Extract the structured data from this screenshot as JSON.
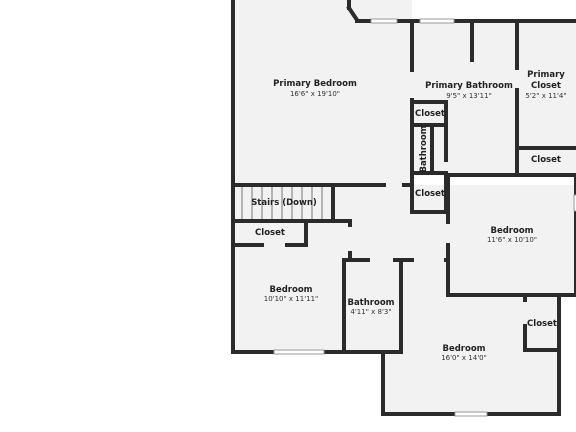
{
  "rooms": {
    "primary_bedroom": {
      "name": "Primary Bedroom",
      "dim": "16'6\" x 19'10\""
    },
    "primary_bathroom": {
      "name": "Primary Bathroom",
      "dim": "9'5\" x 13'11\""
    },
    "primary_closet": {
      "name_line1": "Primary",
      "name_line2": "Closet",
      "dim": "5'2\" x 11'4\""
    },
    "closet_bath": {
      "name": "Closet"
    },
    "bathroom_small": {
      "name": "Bathroom"
    },
    "closet_right_upper": {
      "name": "Closet"
    },
    "closet_center": {
      "name": "Closet"
    },
    "stairs": {
      "name": "Stairs (Down)"
    },
    "closet_left": {
      "name": "Closet"
    },
    "bedroom_right": {
      "name": "Bedroom",
      "dim": "11'6\" x 10'10\""
    },
    "bedroom_left": {
      "name": "Bedroom",
      "dim": "10'10\" x 11'11\""
    },
    "bathroom_mid": {
      "name": "Bathroom",
      "dim": "4'11\" x 8'3\""
    },
    "bedroom_bottom": {
      "name": "Bedroom",
      "dim": "16'0\" x 14'0\""
    },
    "closet_bottom": {
      "name": "Closet"
    }
  },
  "colors": {
    "wall": "#2b2b2b",
    "floor": "#f2f2f2",
    "background": "#ffffff",
    "window": "#dcdcdc"
  }
}
